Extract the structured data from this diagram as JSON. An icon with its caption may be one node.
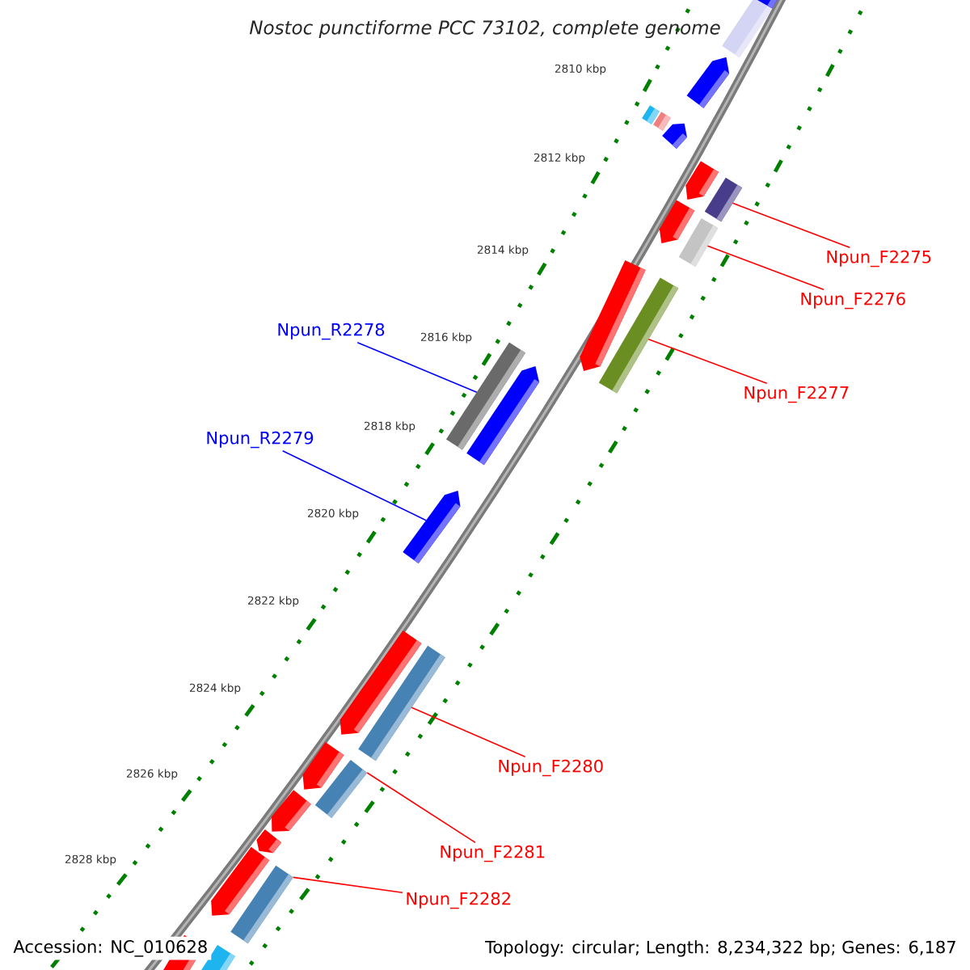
{
  "diagram": {
    "title": "Nostoc punctiforme PCC 73102, complete genome",
    "nodes": [
      {
        "text": [
          "Npun_F2275"
        ]
      },
      {
        "text": [
          "Npun_F2276"
        ]
      },
      {
        "text": [
          "Npun_R2278"
        ]
      },
      {
        "text": [
          "Npun_F2277"
        ]
      },
      {
        "text": [
          "Npun_R2279"
        ]
      },
      {
        "text": [
          "Npun_F2280"
        ]
      },
      {
        "text": [
          "Npun_F2281"
        ]
      },
      {
        "text": [
          "Npun_F2282"
        ]
      },
      {
        "text": [],
        "shape": "bar"
      },
      {
        "text": [],
        "shape": "bar"
      },
      {
        "text": [],
        "shape": "bar"
      },
      {
        "text": [],
        "shape": "bar"
      },
      {
        "text": [],
        "shape": "bar"
      },
      {
        "text": [],
        "shape": "bar"
      },
      {
        "text": [],
        "shape": "bar"
      },
      {
        "text": [],
        "shape": "bar"
      }
    ],
    "edges": [
      {
        "from": 0,
        "to": 8,
        "arrow": "none"
      },
      {
        "from": 1,
        "to": 9,
        "arrow": "none"
      },
      {
        "from": 2,
        "to": 10,
        "arrow": "none",
        "color": "#0000ff"
      },
      {
        "from": 3,
        "to": 11,
        "arrow": "none"
      },
      {
        "from": 4,
        "to": 12,
        "arrow": "none",
        "color": "#0000ff"
      },
      {
        "from": 5,
        "to": 13,
        "arrow": "none"
      },
      {
        "from": 6,
        "to": 14,
        "arrow": "none"
      },
      {
        "from": 7,
        "to": 15,
        "arrow": "none"
      }
    ],
    "labels": [
      "2810 kbp",
      "2812 kbp",
      "2814 kbp",
      "2816 kbp",
      "2818 kbp",
      "2820 kbp",
      "2822 kbp",
      "2824 kbp",
      "2826 kbp",
      "2828 kbp",
      "Accession: NC_010628",
      "Topology: circular; Length: 8,234,322 bp; Genes: 6,187"
    ]
  }
}
